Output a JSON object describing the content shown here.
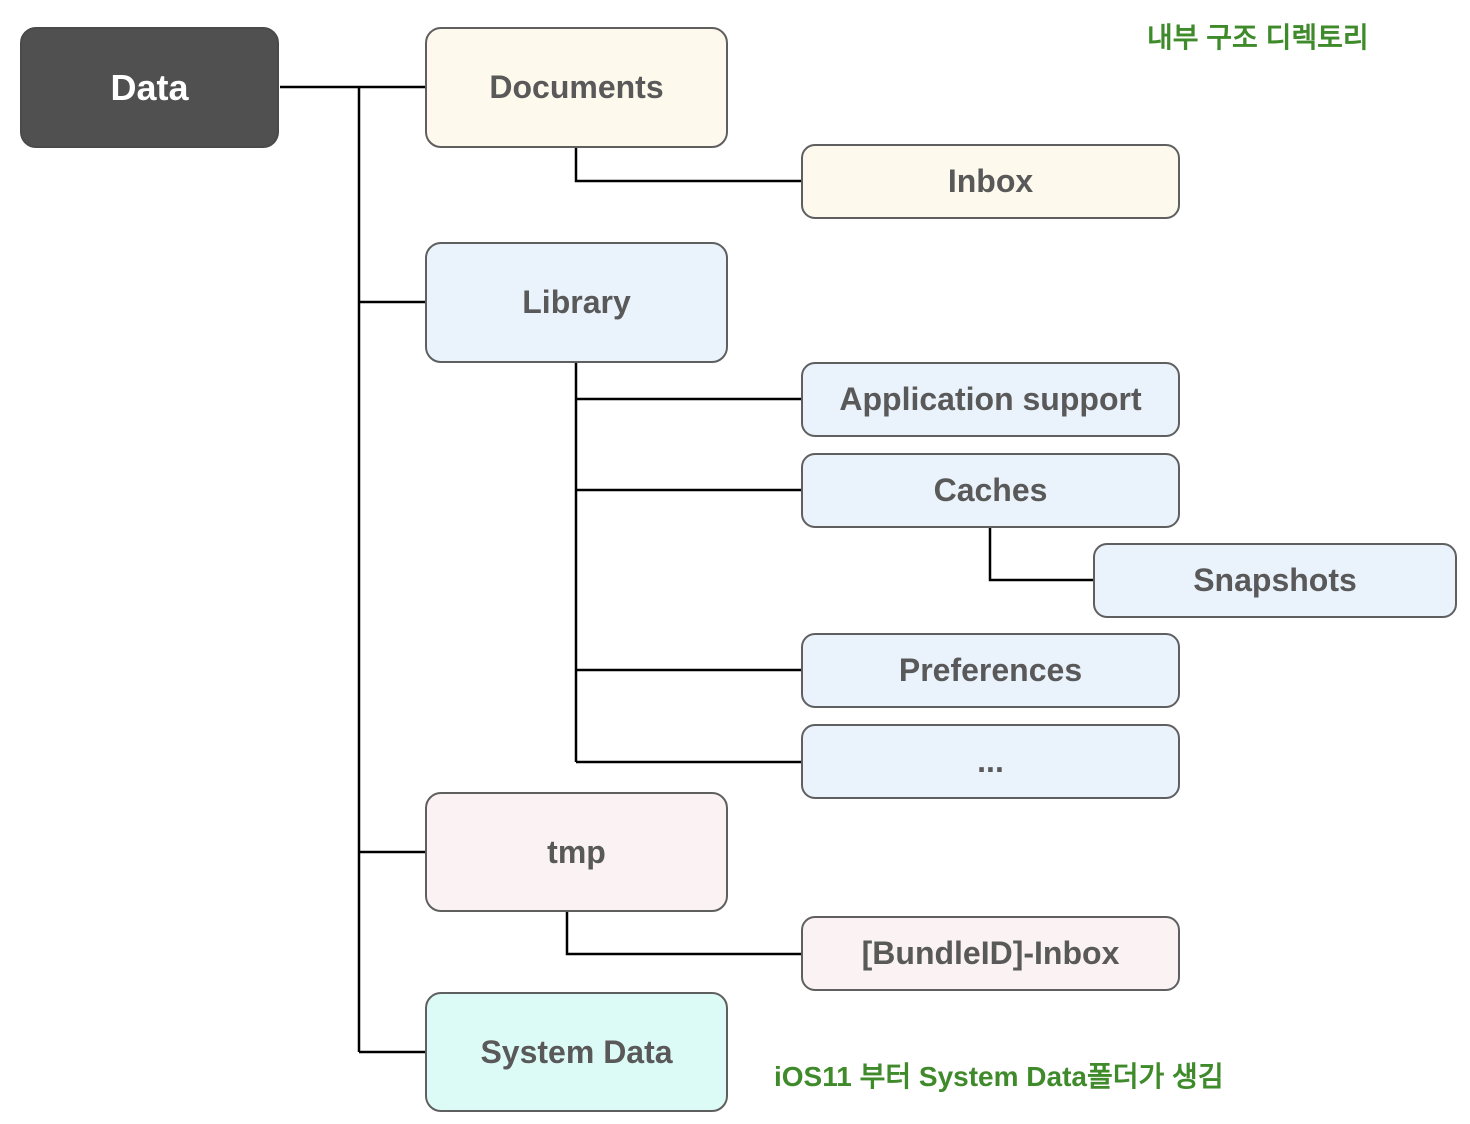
{
  "title": "내부 구조 디렉토리",
  "note": "iOS11 부터 System Data폴더가 생김",
  "nodes": {
    "data": "Data",
    "documents": "Documents",
    "inbox": "Inbox",
    "library": "Library",
    "application_support": "Application support",
    "caches": "Caches",
    "snapshots": "Snapshots",
    "preferences": "Preferences",
    "ellipsis": "...",
    "tmp": "tmp",
    "bundleid_inbox": "[BundleID]-Inbox",
    "system_data": "System Data"
  },
  "colors": {
    "root": "#505050",
    "documents_group": "#fdf9ec",
    "library_group": "#eaf2fc",
    "tmp_group": "#fbf3f3",
    "system_data": "#ddfbf6",
    "note_text": "#3f8a2a",
    "connector": "#000000"
  }
}
